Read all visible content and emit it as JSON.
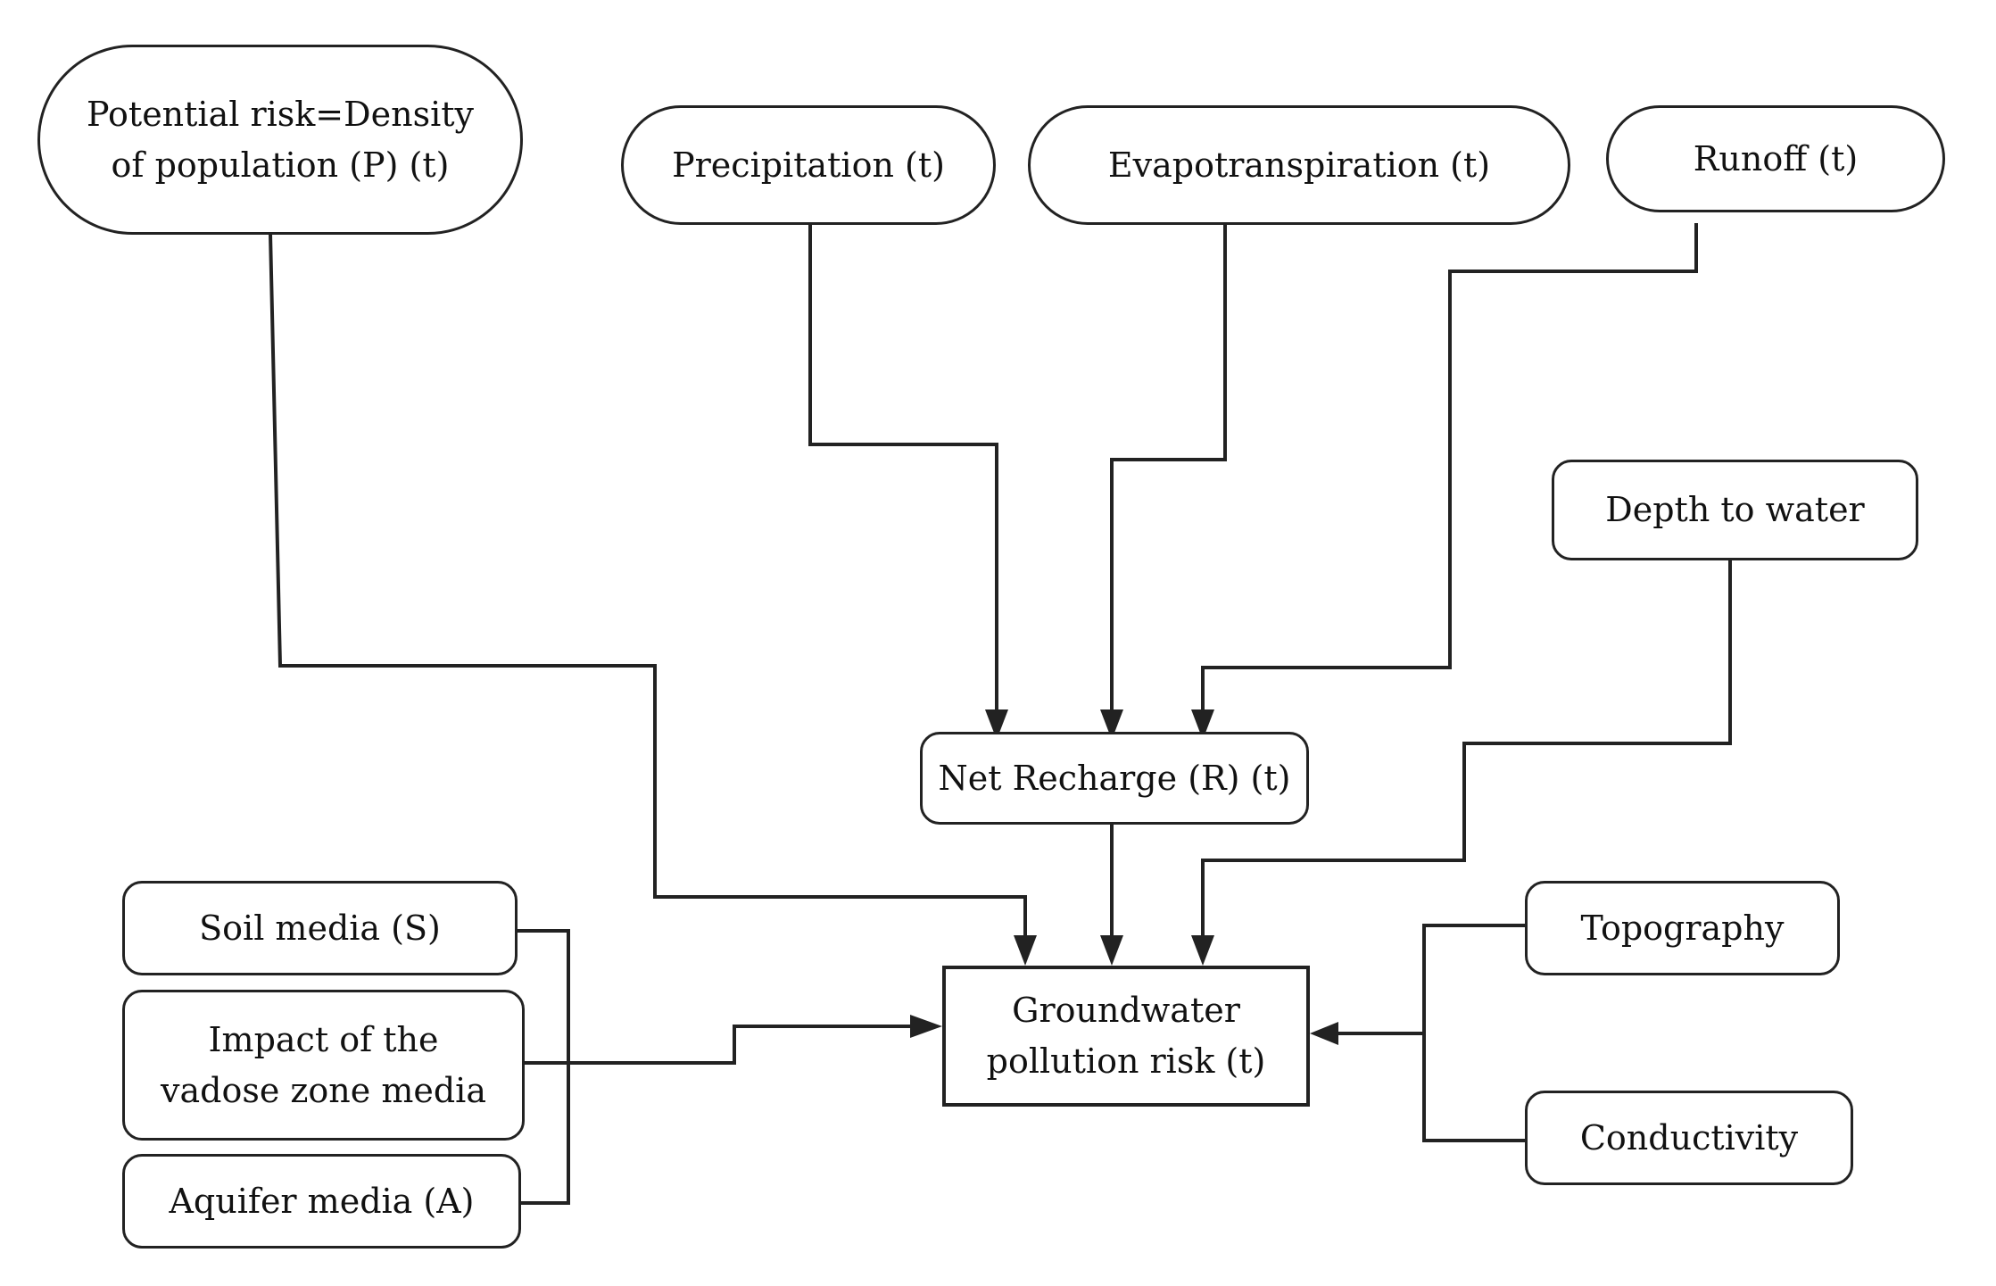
{
  "nodes": {
    "potential_risk": "Potential risk=Density\nof population (P) (t)",
    "precipitation": "Precipitation (t)",
    "evapotranspiration": "Evapotranspiration (t)",
    "runoff": "Runoff (t)",
    "depth_to_water": "Depth to water",
    "net_recharge": "Net Recharge (R) (t)",
    "soil_media": "Soil media (S)",
    "vadose_zone": "Impact of the\nvadose zone media",
    "aquifer_media": "Aquifer media (A)",
    "groundwater_risk": "Groundwater\npollution risk (t)",
    "topography": "Topography",
    "conductivity": "Conductivity"
  },
  "colors": {
    "stroke": "#222222",
    "background": "#ffffff"
  }
}
